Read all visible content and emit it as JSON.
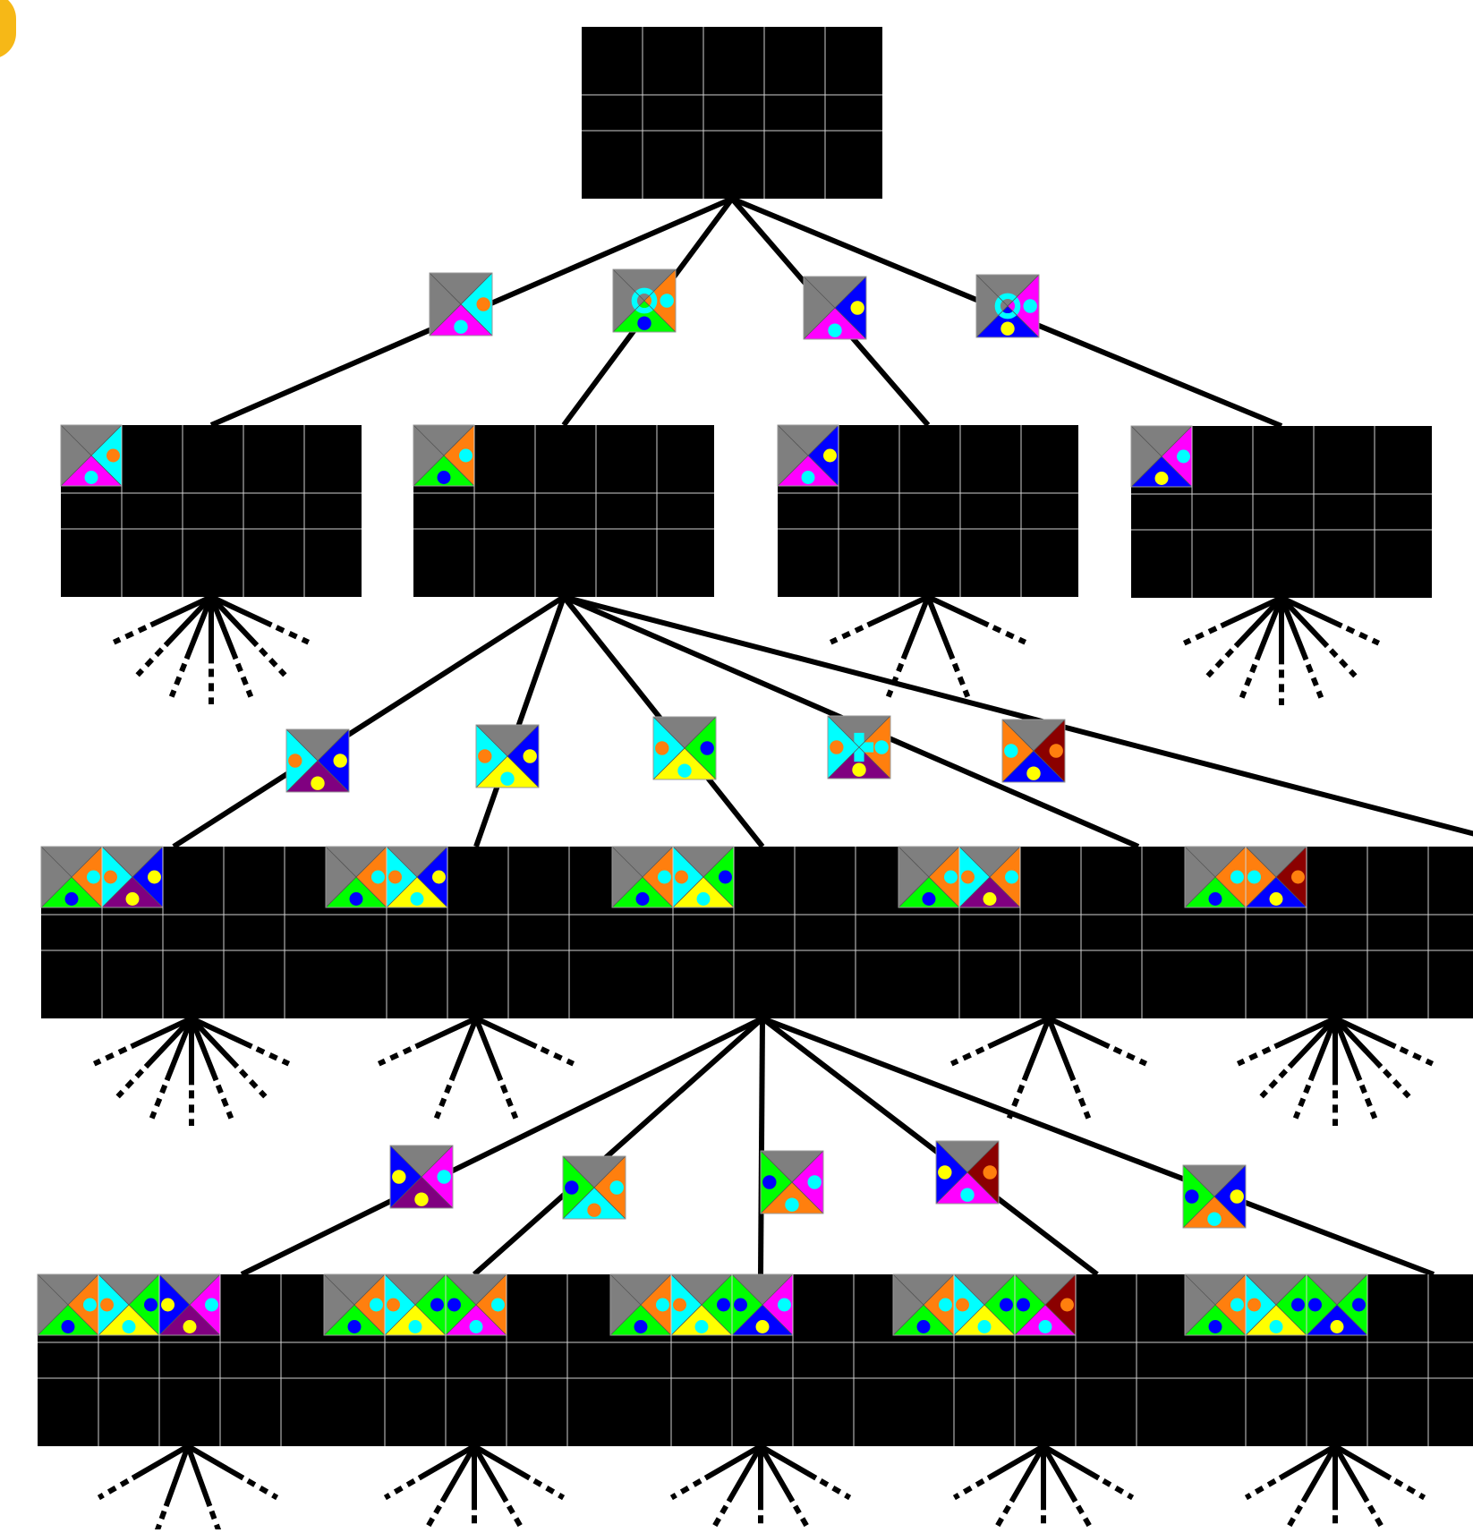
{
  "colors": {
    "background": "#ffffff",
    "board_fill": "#000000",
    "board_grid": "#d0d0d0",
    "edge_line": "#000000",
    "grey_tile": "#7f7f7f",
    "accent_mark": "#f6b817",
    "palette": {
      "o": "#ff7f0e",
      "c": "#00ffff",
      "m": "#ff00ff",
      "g": "#00ff00",
      "b": "#0000ff",
      "y": "#ffff00",
      "p": "#800080",
      "r": "#8b0000"
    }
  },
  "diagram": {
    "type": "search-tree",
    "board_grid": {
      "cols": 5,
      "rows": 3
    },
    "root": {
      "placed": []
    },
    "level1": [
      {
        "piece": [
          "x",
          "c",
          "m",
          "x"
        ],
        "motif": "",
        "placed": [
          [
            "x",
            "c",
            "m",
            "x"
          ]
        ],
        "branches": 7
      },
      {
        "piece": [
          "x",
          "o",
          "g",
          "x"
        ],
        "motif": "ring",
        "placed": [
          [
            "x",
            "o",
            "g",
            "x"
          ]
        ],
        "branches": 0
      },
      {
        "piece": [
          "x",
          "b",
          "m",
          "x"
        ],
        "motif": "",
        "placed": [
          [
            "x",
            "b",
            "m",
            "x"
          ]
        ],
        "branches": 4
      },
      {
        "piece": [
          "x",
          "m",
          "b",
          "x"
        ],
        "motif": "ring",
        "placed": [
          [
            "x",
            "m",
            "b",
            "x"
          ]
        ],
        "branches": 7
      }
    ],
    "level2": [
      {
        "piece": [
          "x",
          "b",
          "p",
          "c"
        ],
        "motif": "",
        "placed": [
          [
            "x",
            "o",
            "g",
            "x"
          ],
          [
            "x",
            "b",
            "p",
            "c"
          ]
        ],
        "branches": 7
      },
      {
        "piece": [
          "x",
          "b",
          "y",
          "c"
        ],
        "motif": "",
        "placed": [
          [
            "x",
            "o",
            "g",
            "x"
          ],
          [
            "x",
            "b",
            "y",
            "c"
          ]
        ],
        "branches": 4
      },
      {
        "piece": [
          "x",
          "g",
          "y",
          "c"
        ],
        "motif": "",
        "placed": [
          [
            "x",
            "o",
            "g",
            "x"
          ],
          [
            "x",
            "g",
            "y",
            "c"
          ]
        ],
        "branches": 0
      },
      {
        "piece": [
          "x",
          "o",
          "p",
          "c"
        ],
        "motif": "cross",
        "placed": [
          [
            "x",
            "o",
            "g",
            "x"
          ],
          [
            "x",
            "o",
            "p",
            "c"
          ]
        ],
        "branches": 4
      },
      {
        "piece": [
          "x",
          "r",
          "b",
          "o"
        ],
        "motif": "",
        "placed": [
          [
            "x",
            "o",
            "g",
            "x"
          ],
          [
            "x",
            "r",
            "b",
            "o"
          ]
        ],
        "branches": 7
      }
    ],
    "level3": [
      {
        "piece": [
          "x",
          "m",
          "p",
          "b"
        ],
        "motif": "",
        "placed": [
          [
            "x",
            "o",
            "g",
            "x"
          ],
          [
            "x",
            "g",
            "y",
            "c"
          ],
          [
            "x",
            "m",
            "p",
            "b"
          ]
        ],
        "branches": 4
      },
      {
        "piece": [
          "x",
          "o",
          "c",
          "g"
        ],
        "motif": "",
        "placed": [
          [
            "x",
            "o",
            "g",
            "x"
          ],
          [
            "x",
            "g",
            "y",
            "c"
          ],
          [
            "x",
            "o",
            "m",
            "g"
          ]
        ],
        "branches": 5
      },
      {
        "piece": [
          "x",
          "m",
          "o",
          "g"
        ],
        "motif": "",
        "placed": [
          [
            "x",
            "o",
            "g",
            "x"
          ],
          [
            "x",
            "g",
            "y",
            "c"
          ],
          [
            "x",
            "m",
            "b",
            "g"
          ]
        ],
        "branches": 5
      },
      {
        "piece": [
          "x",
          "r",
          "m",
          "b"
        ],
        "motif": "",
        "placed": [
          [
            "x",
            "o",
            "g",
            "x"
          ],
          [
            "x",
            "g",
            "y",
            "c"
          ],
          [
            "x",
            "r",
            "m",
            "g"
          ]
        ],
        "branches": 5
      },
      {
        "piece": [
          "x",
          "b",
          "o",
          "g"
        ],
        "motif": "",
        "placed": [
          [
            "x",
            "o",
            "g",
            "x"
          ],
          [
            "x",
            "g",
            "y",
            "c"
          ],
          [
            "x",
            "g",
            "b",
            "g"
          ]
        ],
        "branches": 5
      }
    ]
  }
}
